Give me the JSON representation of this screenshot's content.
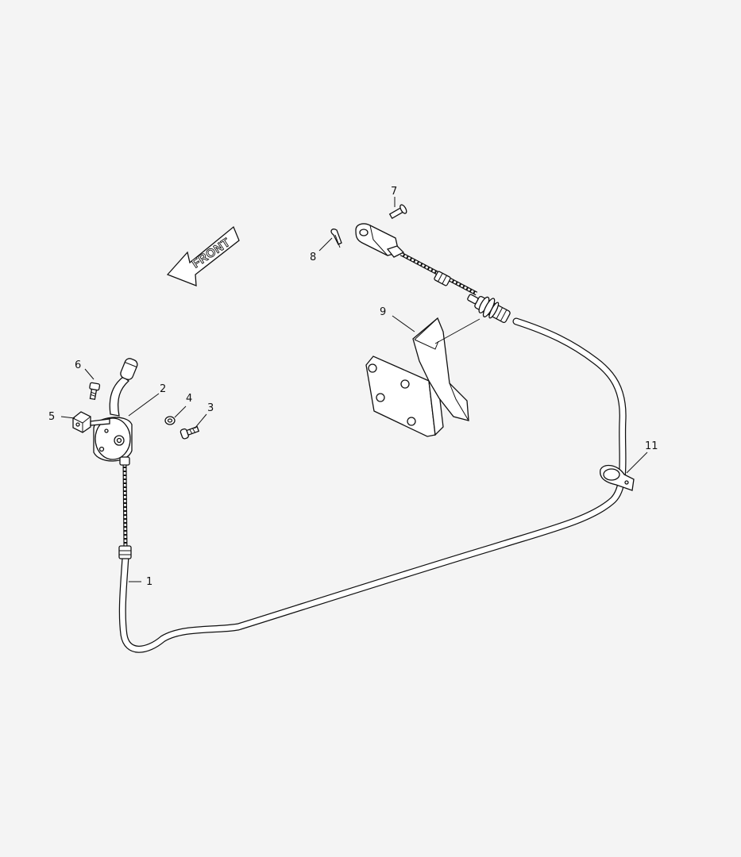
{
  "diagram": {
    "direction_label": "FRONT",
    "callouts": [
      "1",
      "2",
      "3",
      "4",
      "5",
      "6",
      "7",
      "8",
      "9",
      "11"
    ]
  }
}
